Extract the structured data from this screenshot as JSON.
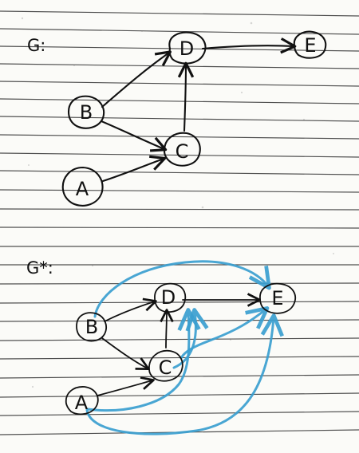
{
  "colors": {
    "paper": "#fbfbf8",
    "ink": "#111111",
    "blue_ink": "#3a9fd0"
  },
  "graph_g": {
    "title": "G:",
    "nodes": {
      "A": "A",
      "B": "B",
      "C": "C",
      "D": "D",
      "E": "E"
    }
  },
  "graph_g_star": {
    "title": "G*:",
    "nodes": {
      "A": "A",
      "B": "B",
      "C": "C",
      "D": "D",
      "E": "E"
    }
  }
}
